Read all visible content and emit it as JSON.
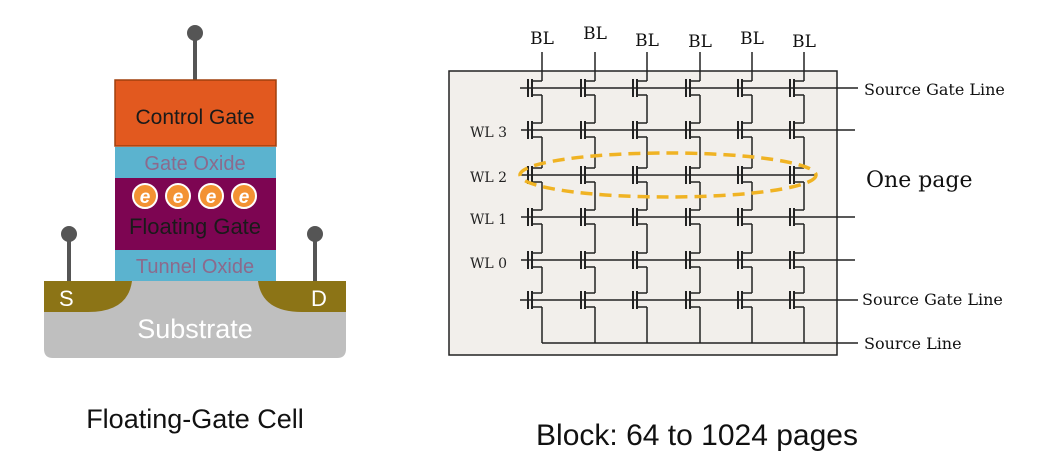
{
  "cell": {
    "control_gate": "Control Gate",
    "gate_oxide": "Gate Oxide",
    "electron_symbol": "e",
    "electron_count": 4,
    "floating_gate": "Floating Gate",
    "tunnel_oxide": "Tunnel Oxide",
    "source": "S",
    "drain": "D",
    "substrate": "Substrate",
    "caption": "Floating-Gate Cell",
    "colors": {
      "control_gate": "#e2591f",
      "oxide": "#5bb3cf",
      "floating_gate": "#7d0552",
      "electron": "#f39233",
      "source_drain": "#8c7416",
      "substrate": "#bfbfbf",
      "terminal": "#555555"
    }
  },
  "block": {
    "bit_lines": [
      "BL",
      "BL",
      "BL",
      "BL",
      "BL",
      "BL"
    ],
    "word_lines": [
      "WL 3",
      "WL 2",
      "WL 1",
      "WL 0"
    ],
    "right_labels": {
      "top": "Source Gate Line",
      "page": "One page",
      "bottom": "Source Gate Line",
      "source_line": "Source Line"
    },
    "caption": "Block: 64 to 1024 pages",
    "colors": {
      "background": "#f2efeb",
      "lines": "#222222",
      "page_highlight": "#f0b323"
    }
  }
}
